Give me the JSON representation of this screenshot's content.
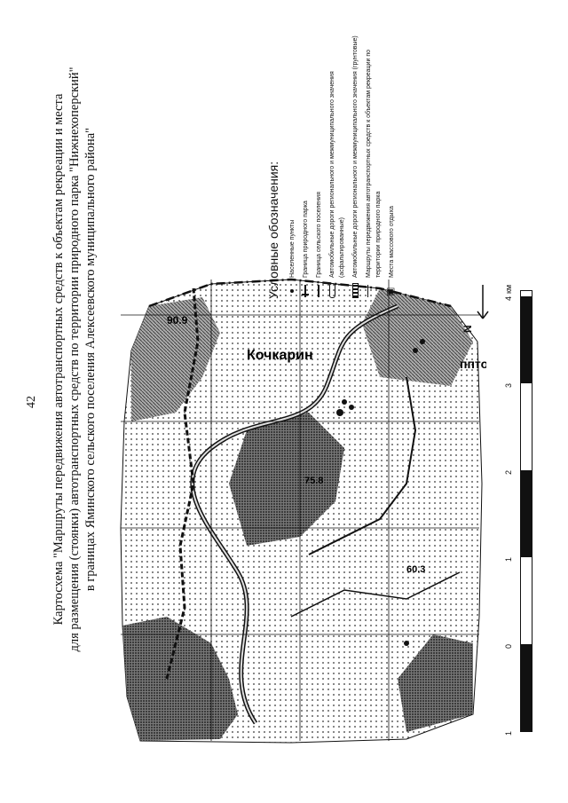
{
  "page_number": "42",
  "title_lines": [
    "Картосхема \"Маршруты передвижения автотранспортных средств к объектам рекреации и места",
    "для размещения (стоянки) автотранспортных средств по территории природного парка \"Нижнехоперский\"",
    "в границах Яминского сельского поселения Алексеевского муниципального района\""
  ],
  "map_labels": {
    "kocharin": "Кочкарин",
    "spot1": "90.9",
    "spot2": "75.8",
    "spot3": "60.3",
    "ppt": "ппто"
  },
  "legend": {
    "title": "Условные обозначения:",
    "items": [
      {
        "icon": "settlement-dot-icon",
        "label": "Населенные пункты"
      },
      {
        "icon": "park-boundary-icon",
        "label": "Граница природного парка"
      },
      {
        "icon": "rural-boundary-icon",
        "label": "Граница сельского поселения"
      },
      {
        "icon": "asphalt-road-icon",
        "label": "Автомобильные дороги регионального и межмуниципального значения (асфальтированные)"
      },
      {
        "icon": "ground-road-icon",
        "label": "Автомобильные дороги регионального и межмуниципального значения (грунтовые)"
      },
      {
        "icon": "route-line-icon",
        "label": "Маршруты передвижения автотранспортных средств к объектам рекреации по территории природного парка"
      },
      {
        "icon": "rest-area-icon",
        "label": "Места массового отдыха"
      }
    ]
  },
  "scale": {
    "ticks": [
      "1",
      "0",
      "1",
      "2",
      "3",
      "4"
    ],
    "unit": "км"
  },
  "north_label": "N"
}
